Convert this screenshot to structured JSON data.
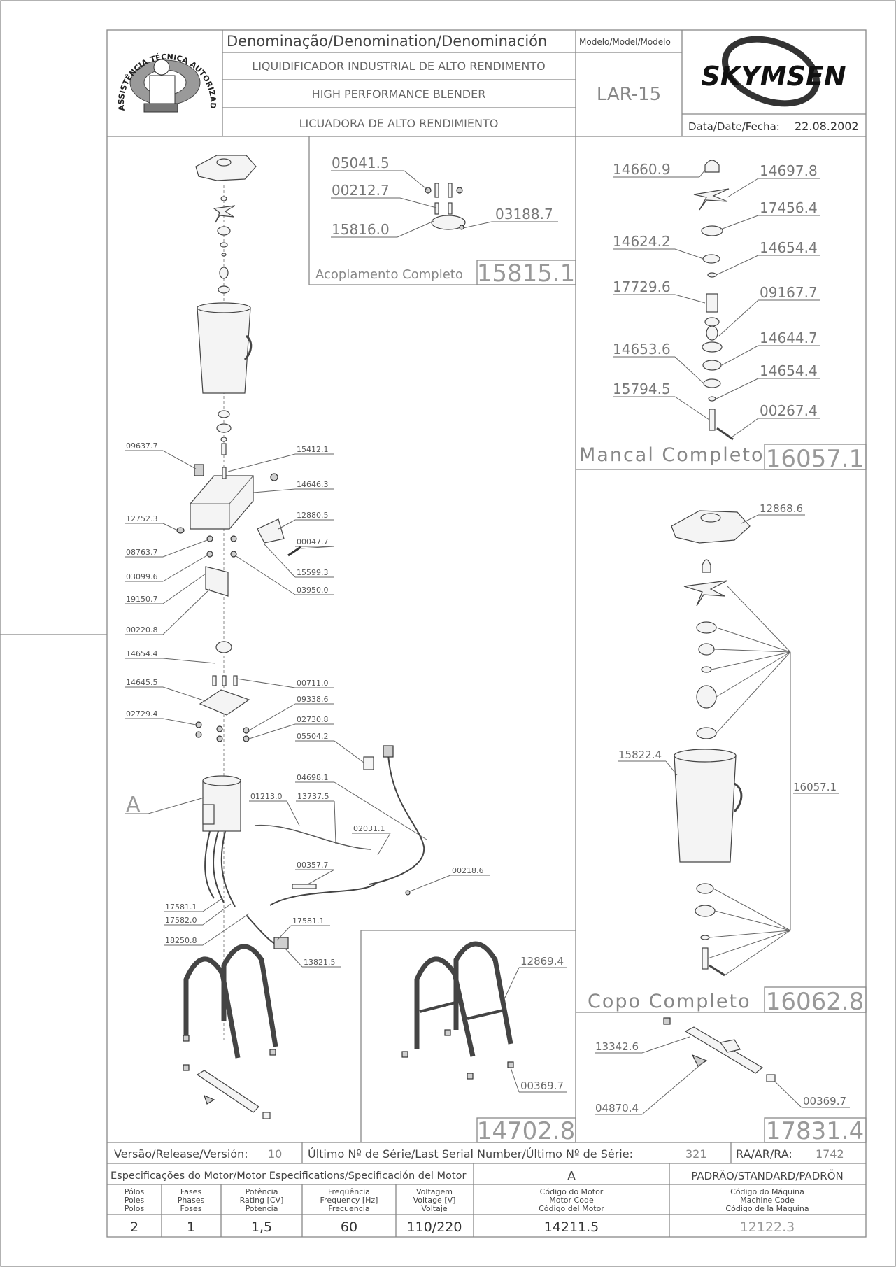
{
  "header": {
    "denomination_title": "Denominação/Denomination/Denominación",
    "model_title": "Modelo/Model/Modelo",
    "name_pt": "LIQUIDIFICADOR INDUSTRIAL DE ALTO RENDIMENTO",
    "name_en": "HIGH PERFORMANCE BLENDER",
    "name_es": "LICUADORA DE ALTO RENDIMIENTO",
    "model": "LAR-15",
    "brand": "SKYMSEN",
    "date_label": "Data/Date/Fecha:",
    "date": "22.08.2002",
    "seal_text": "ASSISTÊNCIA TÉCNICA AUTORIZADA"
  },
  "assemblies": {
    "coupling": {
      "label": "Acoplamento Completo",
      "code": "15815.1",
      "parts": [
        "05041.5",
        "00212.7",
        "15816.0",
        "03188.7"
      ]
    },
    "bearing": {
      "label": "Mancal Completo",
      "code": "16057.1",
      "parts": [
        "14660.9",
        "14697.8",
        "17456.4",
        "14624.2",
        "14654.4",
        "17729.6",
        "09167.7",
        "14653.6",
        "14644.7",
        "14654.4",
        "15794.5",
        "00267.4"
      ]
    },
    "cup": {
      "label": "Copo Completo",
      "code": "16062.8",
      "parts": [
        "12868.6",
        "15822.4",
        "16057.1"
      ]
    },
    "stand": {
      "code": "14702.8",
      "parts": [
        "12869.4",
        "00369.7"
      ]
    },
    "base": {
      "code": "17831.4",
      "parts": [
        "13342.6",
        "04870.4",
        "00369.7"
      ]
    }
  },
  "main_parts": {
    "left": [
      "09637.7",
      "12752.3",
      "08763.7",
      "03099.6",
      "19150.7",
      "00220.8",
      "14654.4",
      "14645.5",
      "02729.4",
      "A",
      "17581.1",
      "17582.0",
      "18250.8"
    ],
    "right": [
      "15412.1",
      "14646.3",
      "12880.5",
      "00047.7",
      "15599.3",
      "03950.0",
      "00711.0",
      "09338.6",
      "02730.8",
      "05504.2",
      "04698.1",
      "01213.0",
      "13737.5",
      "02031.1",
      "00357.7",
      "00218.6",
      "17581.1",
      "13821.5"
    ]
  },
  "release": {
    "version_label": "Versão/Release/Versión:",
    "version": "10",
    "serial_label": "Último Nº de Série/Last Serial Number/Último Nº de Série:",
    "serial": "321",
    "ra_label": "RA/AR/RA:",
    "ra": "1742"
  },
  "motor": {
    "spec_title": "Especificações do Motor/Motor Especifications/Specificación del Motor",
    "motor_ref": "A",
    "standard": "PADRÃO/STANDARD/PADRÕN",
    "columns": [
      [
        "Pólos",
        "Poles",
        "Polos"
      ],
      [
        "Fases",
        "Phases",
        "Foses"
      ],
      [
        "Potência",
        "Rating [CV]",
        "Potencia"
      ],
      [
        "Freqüência",
        "Frequency [Hz]",
        "Frecuencia"
      ],
      [
        "Voltagem",
        "Voltage [V]",
        "Voltaje"
      ],
      [
        "Código do Motor",
        "Motor Code",
        "Código del Motor"
      ],
      [
        "Código do Máquina",
        "Machine Code",
        "Código de la Maquina"
      ]
    ],
    "values": [
      "2",
      "1",
      "1,5",
      "60",
      "110/220",
      "14211.5",
      "12122.3"
    ]
  },
  "colors": {
    "line": "#666666",
    "frame": "#888888",
    "text": "#555555"
  }
}
